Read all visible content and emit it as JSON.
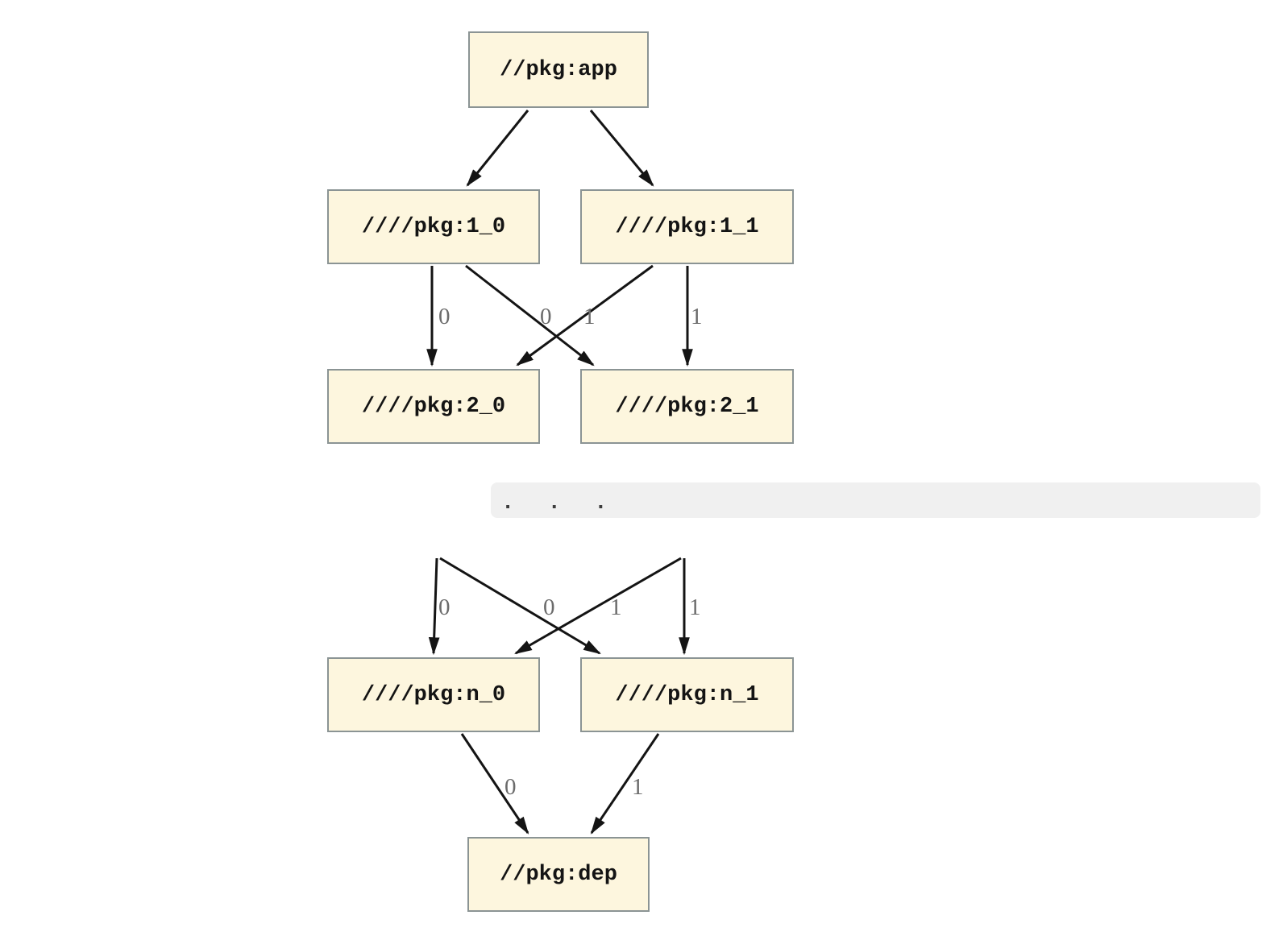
{
  "diagram": {
    "type": "dependency-graph",
    "colors": {
      "node_fill": "#fdf6de",
      "node_border": "#8b9494",
      "node_text": "#141414",
      "edge_stroke": "#141414",
      "edge_label": "#6b6b6b",
      "ellipsis_bg": "#f0f0f0",
      "ellipsis_text": "#3d3d3d",
      "background": "#ffffff"
    },
    "nodes": [
      {
        "id": "app",
        "label": "//pkg:app"
      },
      {
        "id": "1_0",
        "label": "////pkg:1_0"
      },
      {
        "id": "1_1",
        "label": "////pkg:1_1"
      },
      {
        "id": "2_0",
        "label": "////pkg:2_0"
      },
      {
        "id": "2_1",
        "label": "////pkg:2_1"
      },
      {
        "id": "n_0",
        "label": "////pkg:n_0"
      },
      {
        "id": "n_1",
        "label": "////pkg:n_1"
      },
      {
        "id": "dep",
        "label": "//pkg:dep"
      }
    ],
    "ellipsis": {
      "label": ".  .  ."
    },
    "edges": [
      {
        "from": "//pkg:app",
        "to": "////pkg:1_0",
        "label": ""
      },
      {
        "from": "//pkg:app",
        "to": "////pkg:1_1",
        "label": ""
      },
      {
        "from": "////pkg:1_0",
        "to": "////pkg:2_0",
        "label": "0"
      },
      {
        "from": "////pkg:1_0",
        "to": "////pkg:2_1",
        "label": "0"
      },
      {
        "from": "////pkg:1_1",
        "to": "////pkg:2_0",
        "label": "1"
      },
      {
        "from": "////pkg:1_1",
        "to": "////pkg:2_1",
        "label": "1"
      },
      {
        "from": "ellipsis",
        "to": "////pkg:n_0",
        "label": "0"
      },
      {
        "from": "ellipsis",
        "to": "////pkg:n_1",
        "label": "0"
      },
      {
        "from": "ellipsis",
        "to": "////pkg:n_0",
        "label": "1"
      },
      {
        "from": "ellipsis",
        "to": "////pkg:n_1",
        "label": "1"
      },
      {
        "from": "////pkg:n_0",
        "to": "//pkg:dep",
        "label": "0"
      },
      {
        "from": "////pkg:n_1",
        "to": "//pkg:dep",
        "label": "1"
      }
    ]
  }
}
